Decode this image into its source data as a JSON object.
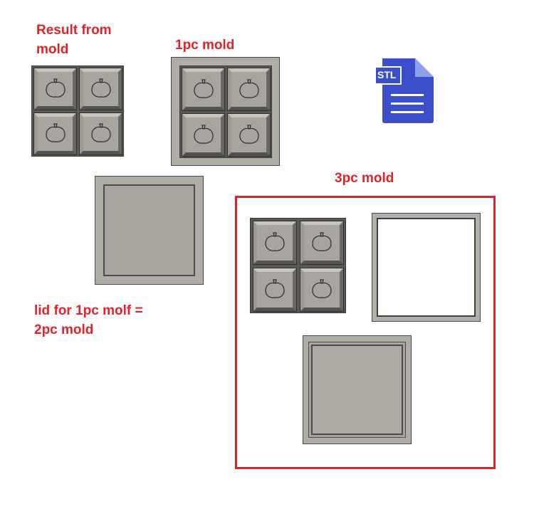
{
  "labels": {
    "result": "Result from\nmold",
    "one_pc": "1pc mold",
    "three_pc": "3pc mold",
    "lid": "lid for 1pc molf =\n2pc mold"
  },
  "file_icon": {
    "text": "STL",
    "icon": "stl-file-icon",
    "color": "#3a4fc9"
  },
  "colors": {
    "accent": "#e3212b",
    "mold_gray": "#b0ada6",
    "frame_red": "#d9232e"
  }
}
